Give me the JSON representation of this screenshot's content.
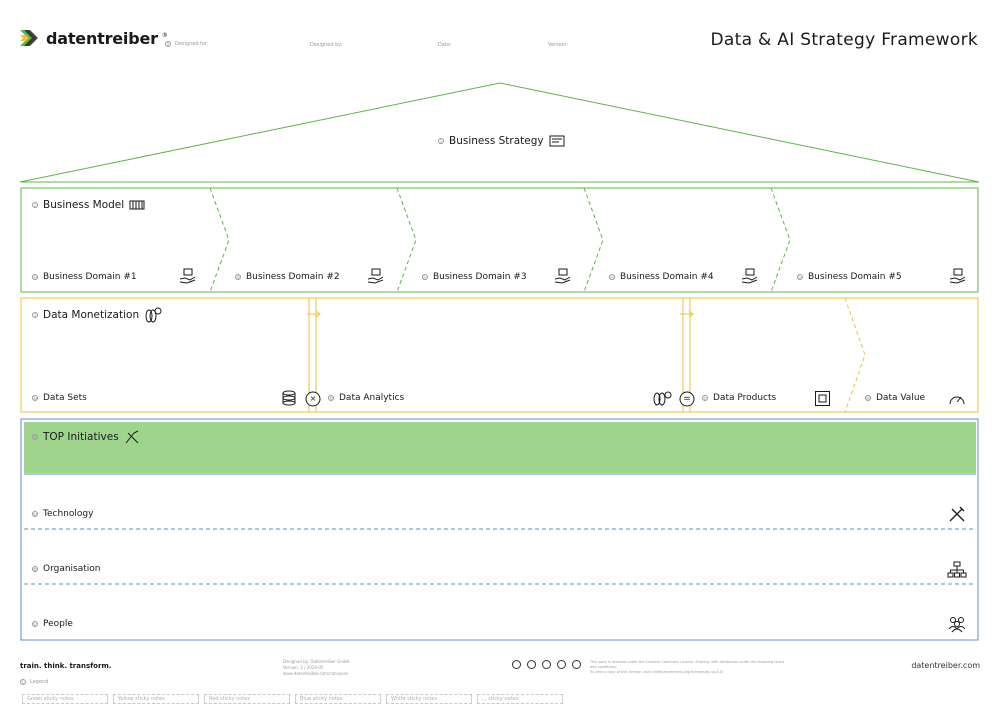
{
  "header": {
    "logo_text": "datentreiber",
    "logo_mark": "®",
    "designed_for": "Designed for:",
    "designed_by": "Designed by:",
    "date": "Date:",
    "version": "Version:",
    "title": "Data & AI Strategy Framework"
  },
  "sections": {
    "business_strategy": {
      "num": "1",
      "label": "Business Strategy"
    },
    "business_model": {
      "num": "2",
      "label": "Business Model",
      "domains": [
        {
          "num": "2a",
          "label": "Business Domain #1"
        },
        {
          "num": "2b",
          "label": "Business Domain #2"
        },
        {
          "num": "2c",
          "label": "Business Domain #3"
        },
        {
          "num": "2d",
          "label": "Business Domain #4"
        },
        {
          "num": "2e",
          "label": "Business Domain #5"
        }
      ]
    },
    "data_monetization": {
      "num": "3",
      "label": "Data Monetization",
      "items": [
        {
          "num": "3a",
          "label": "Data Sets"
        },
        {
          "num": "3b",
          "label": "Data Analytics"
        },
        {
          "num": "3c",
          "label": "Data Products"
        },
        {
          "num": "3d",
          "label": "Data Value"
        }
      ],
      "multiply": "×",
      "equals": "="
    },
    "top_initiatives": {
      "num": "4",
      "label": "TOP Initiatives"
    },
    "enablers": [
      {
        "num": "4a",
        "label": "Technology"
      },
      {
        "num": "4b",
        "label": "Organisation"
      },
      {
        "num": "4c",
        "label": "People"
      }
    ]
  },
  "footer": {
    "tagline": "train. think. transform.",
    "credits": [
      "Designed by: Datentreiber GmbH",
      "Version: 2 / 2024-05",
      "www.datentreiber.com/canvases"
    ],
    "license": [
      "This work is licensed under the Creative Commons License. Sharing, with attribution under the following terms and conditions.",
      "To view a copy of this license, visit creativecommons.org/licenses/by-sa/4.0/"
    ],
    "website": "datentreiber.com",
    "legend_label": "Legend",
    "stickies": [
      "Green sticky notes",
      "Yellow sticky notes",
      "Red sticky notes",
      "Blue sticky notes",
      "White sticky notes",
      "... sticky notes"
    ]
  },
  "colors": {
    "green": "#5cb548",
    "yellow": "#f2c23a",
    "blue": "#5b8fd0",
    "green_fill": "#9fd48d"
  }
}
